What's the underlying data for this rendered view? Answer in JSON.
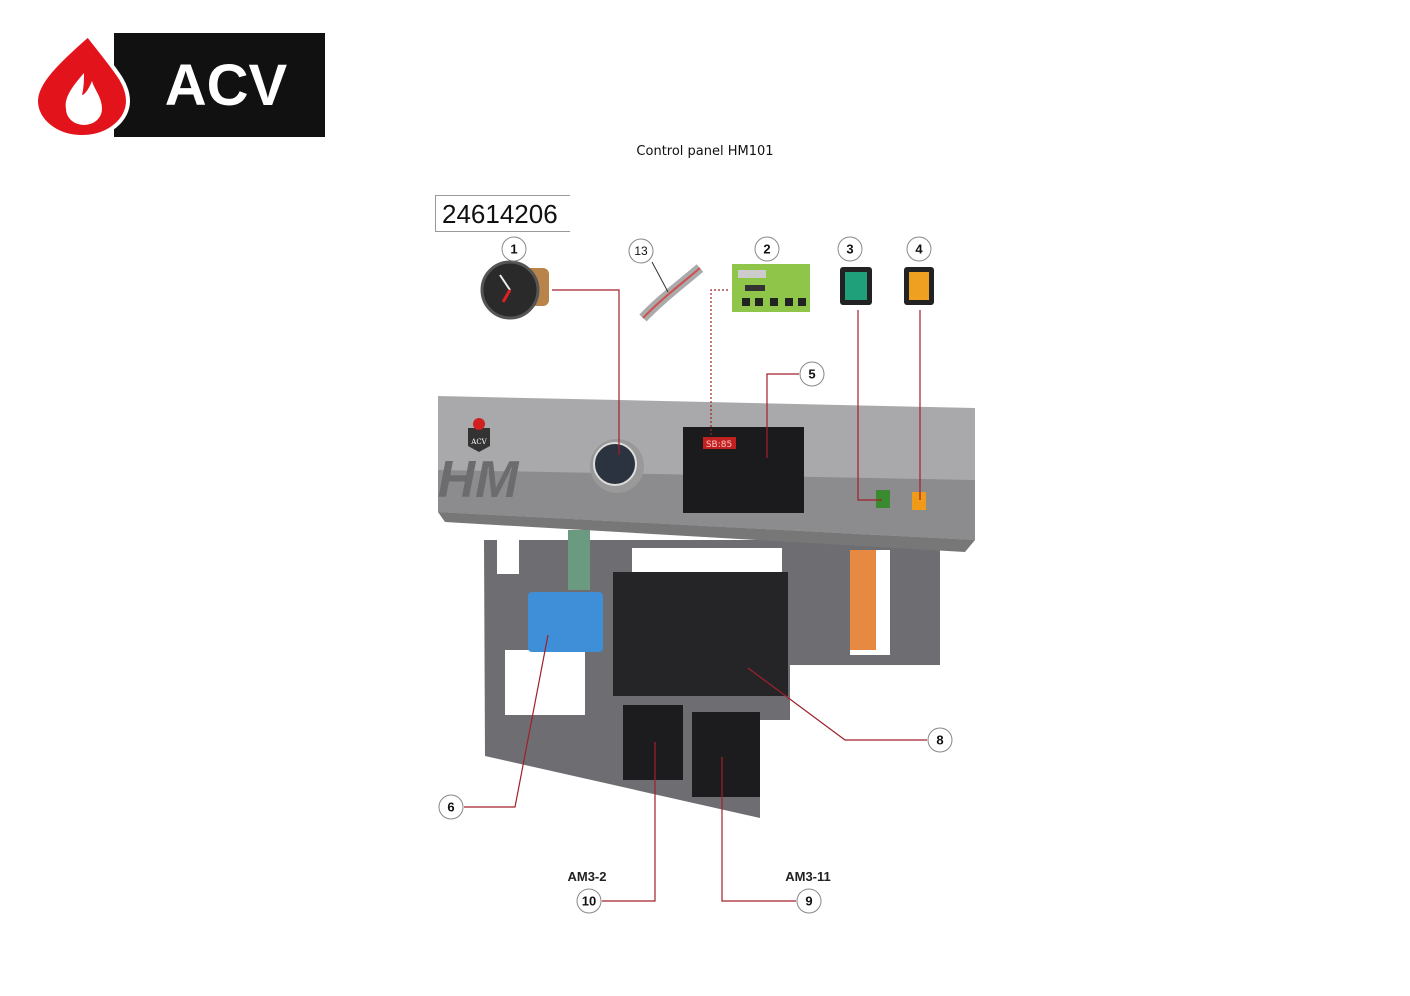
{
  "logo": {
    "text": "ACV",
    "brand_red": "#e3131b",
    "brand_black": "#111111"
  },
  "document": {
    "title": "Control panel HM101",
    "part_number": "24614206"
  },
  "panel": {
    "badge_text": "ACV",
    "model_text": "HM",
    "display_text": "SB:85"
  },
  "callouts": {
    "c1": "1",
    "c13": "13",
    "c2": "2",
    "c3": "3",
    "c4": "4",
    "c5": "5",
    "c6": "6",
    "c8": "8",
    "c9": "9",
    "c10": "10"
  },
  "module_labels": {
    "am3_2": "AM3-2",
    "am3_11": "AM3-11"
  }
}
